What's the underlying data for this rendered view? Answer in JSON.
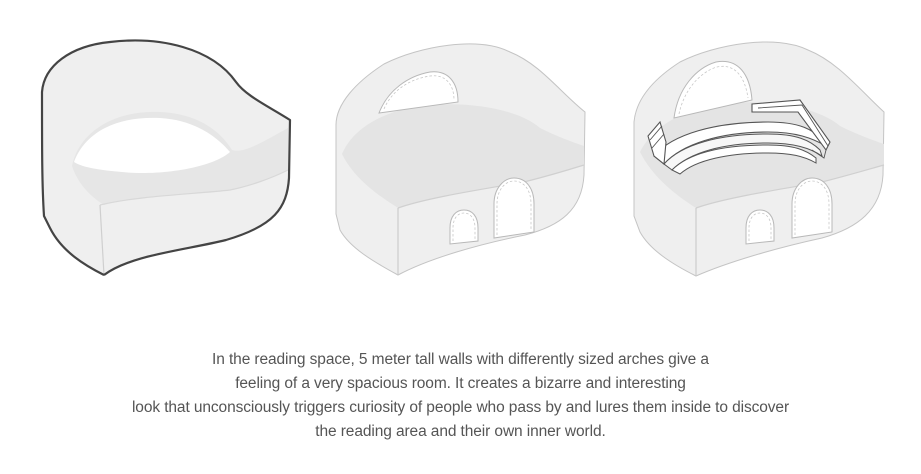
{
  "caption": {
    "lines": [
      "In the reading space, 5 meter tall walls with differently sized arches give a",
      "feeling of a very spacious room. It creates a bizarre and interesting",
      "look that unconsciously triggers curiosity of people who pass by and lures them inside to discover",
      "the reading area and their own inner world."
    ]
  },
  "colors": {
    "background": "#ffffff",
    "wall_fill": "#efefef",
    "outline_dark": "#444444",
    "outline_light": "#c4c4c4",
    "arch_fill": "#ffffff",
    "caption_text": "#555555"
  }
}
